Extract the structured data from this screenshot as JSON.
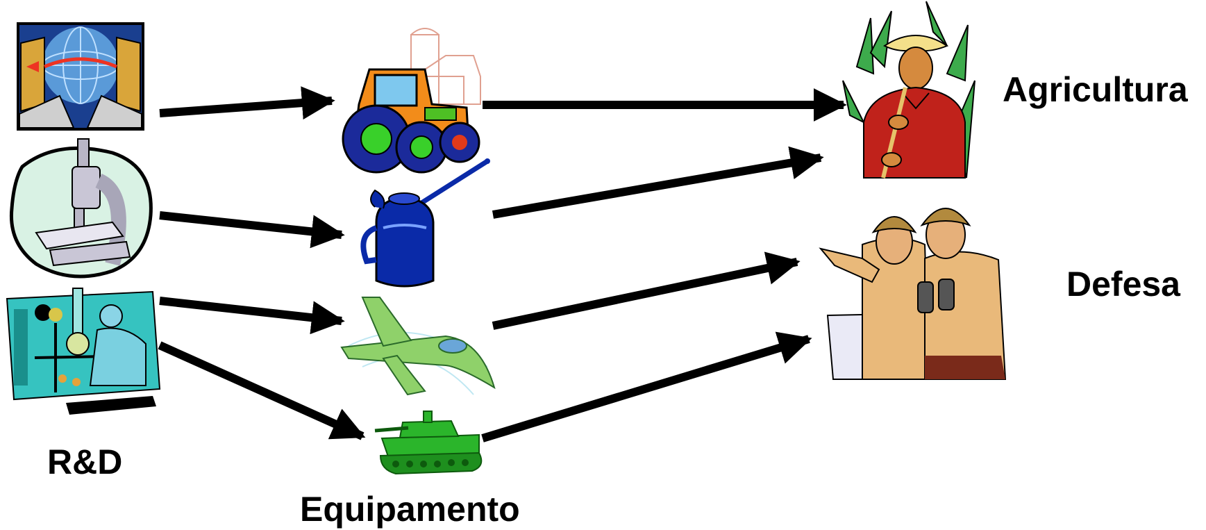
{
  "labels": {
    "rd": "R&D",
    "equipment": "Equipamento",
    "agriculture": "Agricultura",
    "defense": "Defesa"
  },
  "nodes": {
    "rd": [
      "network-computers-icon",
      "microscope-icon",
      "lab-scientist-icon"
    ],
    "equipment": [
      "tractor-icon",
      "oil-can-icon",
      "fighter-jet-icon",
      "tank-icon"
    ],
    "sectors": [
      "farmer-icon",
      "soldiers-icon"
    ]
  },
  "edges": [
    {
      "from": "network-computers-icon",
      "to": "tractor-icon"
    },
    {
      "from": "microscope-icon",
      "to": "oil-can-icon"
    },
    {
      "from": "lab-scientist-icon",
      "to": "fighter-jet-icon"
    },
    {
      "from": "lab-scientist-icon",
      "to": "tank-icon"
    },
    {
      "from": "tractor-icon",
      "to": "farmer-icon"
    },
    {
      "from": "oil-can-icon",
      "to": "farmer-icon"
    },
    {
      "from": "fighter-jet-icon",
      "to": "soldiers-icon"
    },
    {
      "from": "tank-icon",
      "to": "soldiers-icon"
    }
  ],
  "colors": {
    "arrow": "#000000",
    "tractor_body": "#f28c1a",
    "tractor_wheel": "#1b2a9a",
    "wheel_hub": "#39d02a",
    "oil_can": "#0a2aa8",
    "jet": "#8fd16a",
    "tank": "#2bb52b",
    "farmer_shirt": "#c0221b",
    "soldier_uniform": "#e9b97a",
    "lab_teal": "#2ab7b7"
  }
}
